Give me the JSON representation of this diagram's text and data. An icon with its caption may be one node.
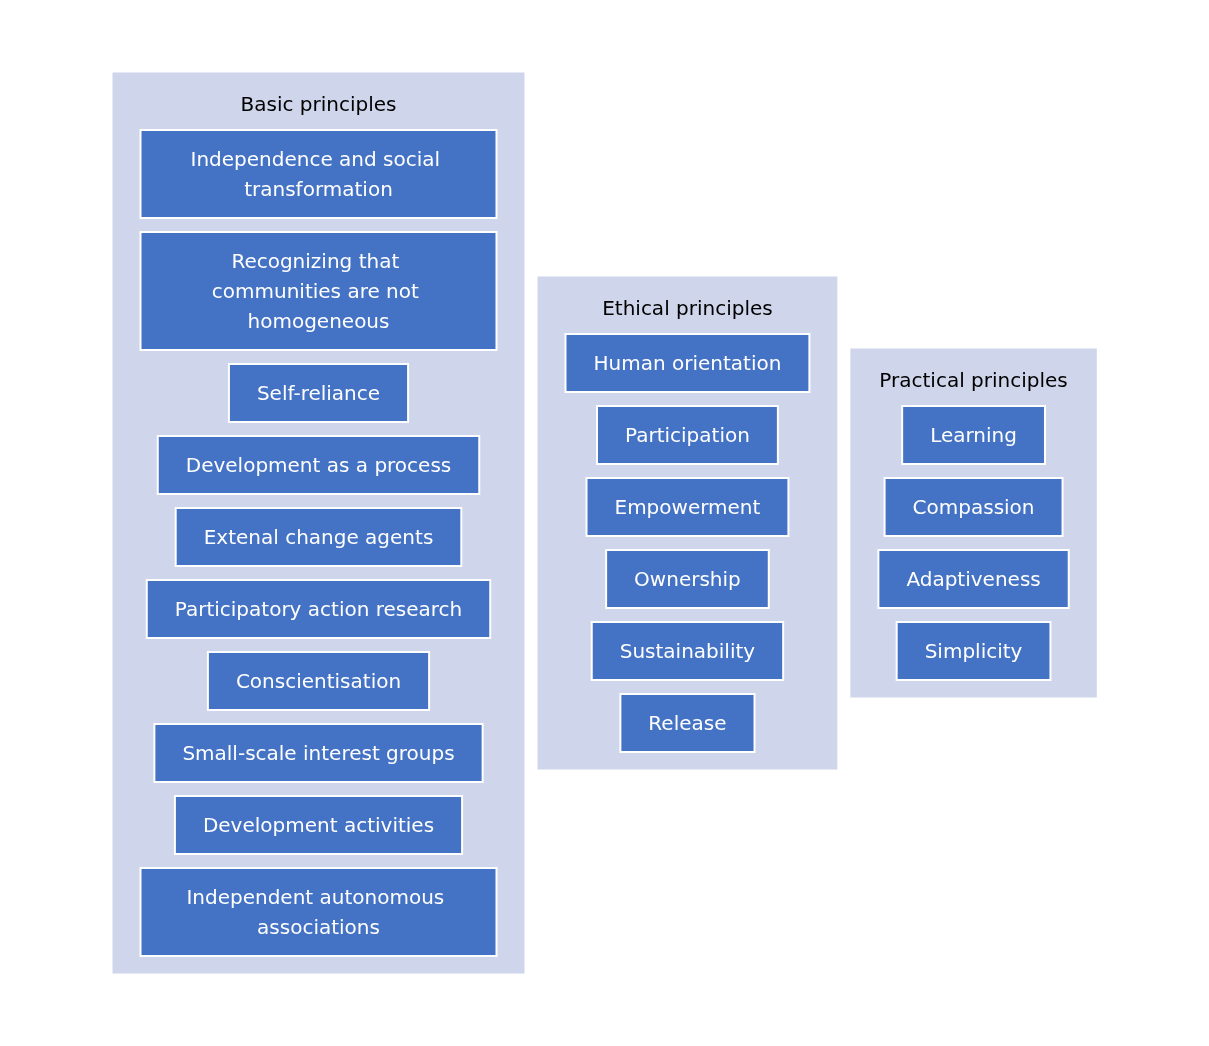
{
  "diagram": {
    "nodes": [
      {
        "text": [
          "Basic principles"
        ]
      },
      {
        "text": [
          "Independence and social transformation"
        ],
        "in": 0
      },
      {
        "text": [
          "Recognizing that communities are not homogeneous"
        ],
        "in": 0
      },
      {
        "text": [
          "Self-reliance"
        ],
        "in": 0
      },
      {
        "text": [
          "Development as a process"
        ],
        "in": 0
      },
      {
        "text": [
          "Extenal change agents"
        ],
        "in": 0
      },
      {
        "text": [
          "Participatory action research"
        ],
        "in": 0
      },
      {
        "text": [
          "Conscientisation"
        ],
        "in": 0
      },
      {
        "text": [
          "Small-scale interest groups"
        ],
        "in": 0
      },
      {
        "text": [
          "Development activities"
        ],
        "in": 0
      },
      {
        "text": [
          "Independent autonomous associations"
        ],
        "in": 0
      },
      {
        "text": [
          "Ethical principles"
        ]
      },
      {
        "text": [
          "Human orientation"
        ],
        "in": 11
      },
      {
        "text": [
          "Participation"
        ],
        "in": 11
      },
      {
        "text": [
          "Empowerment"
        ],
        "in": 11
      },
      {
        "text": [
          "Ownership"
        ],
        "in": 11
      },
      {
        "text": [
          "Sustainability"
        ],
        "in": 11
      },
      {
        "text": [
          "Release"
        ],
        "in": 11
      },
      {
        "text": [
          "Practical principles"
        ]
      },
      {
        "text": [
          "Learning"
        ],
        "in": 18
      },
      {
        "text": [
          "Compassion"
        ],
        "in": 18
      },
      {
        "text": [
          "Adaptiveness"
        ],
        "in": 18
      },
      {
        "text": [
          "Simplicity"
        ],
        "in": 18
      }
    ]
  }
}
